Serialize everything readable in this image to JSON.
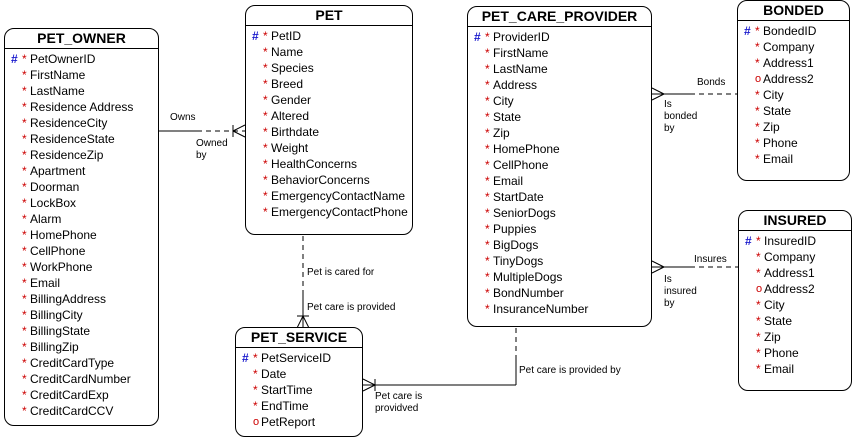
{
  "entities": {
    "pet_owner": {
      "name": "PET_OWNER",
      "attributes": [
        {
          "name": "PetOwnerID",
          "key": "#",
          "mark": "*"
        },
        {
          "name": "FirstName",
          "key": "",
          "mark": "*"
        },
        {
          "name": "LastName",
          "key": "",
          "mark": "*"
        },
        {
          "name": "Residence Address",
          "key": "",
          "mark": "*"
        },
        {
          "name": "ResidenceCity",
          "key": "",
          "mark": "*"
        },
        {
          "name": "ResidenceState",
          "key": "",
          "mark": "*"
        },
        {
          "name": "ResidenceZip",
          "key": "",
          "mark": "*"
        },
        {
          "name": "Apartment",
          "key": "",
          "mark": "*"
        },
        {
          "name": "Doorman",
          "key": "",
          "mark": "*"
        },
        {
          "name": "LockBox",
          "key": "",
          "mark": "*"
        },
        {
          "name": "Alarm",
          "key": "",
          "mark": "*"
        },
        {
          "name": "HomePhone",
          "key": "",
          "mark": "*"
        },
        {
          "name": "CellPhone",
          "key": "",
          "mark": "*"
        },
        {
          "name": "WorkPhone",
          "key": "",
          "mark": "*"
        },
        {
          "name": "Email",
          "key": "",
          "mark": "*"
        },
        {
          "name": "BillingAddress",
          "key": "",
          "mark": "*"
        },
        {
          "name": "BillingCity",
          "key": "",
          "mark": "*"
        },
        {
          "name": "BillingState",
          "key": "",
          "mark": "*"
        },
        {
          "name": "BillingZip",
          "key": "",
          "mark": "*"
        },
        {
          "name": "CreditCardType",
          "key": "",
          "mark": "*"
        },
        {
          "name": "CreditCardNumber",
          "key": "",
          "mark": "*"
        },
        {
          "name": "CreditCardExp",
          "key": "",
          "mark": "*"
        },
        {
          "name": "CreditCardCCV",
          "key": "",
          "mark": "*"
        }
      ]
    },
    "pet": {
      "name": "PET",
      "attributes": [
        {
          "name": "PetID",
          "key": "#",
          "mark": "*"
        },
        {
          "name": "Name",
          "key": "",
          "mark": "*"
        },
        {
          "name": "Species",
          "key": "",
          "mark": "*"
        },
        {
          "name": "Breed",
          "key": "",
          "mark": "*"
        },
        {
          "name": "Gender",
          "key": "",
          "mark": "*"
        },
        {
          "name": "Altered",
          "key": "",
          "mark": "*"
        },
        {
          "name": "Birthdate",
          "key": "",
          "mark": "*"
        },
        {
          "name": "Weight",
          "key": "",
          "mark": "*"
        },
        {
          "name": "HealthConcerns",
          "key": "",
          "mark": "*"
        },
        {
          "name": "BehaviorConcerns",
          "key": "",
          "mark": "*"
        },
        {
          "name": "EmergencyContactName",
          "key": "",
          "mark": "*"
        },
        {
          "name": "EmergencyContactPhone",
          "key": "",
          "mark": "*"
        }
      ]
    },
    "pet_care_provider": {
      "name": "PET_CARE_PROVIDER",
      "attributes": [
        {
          "name": "ProviderID",
          "key": "#",
          "mark": "*"
        },
        {
          "name": "FirstName",
          "key": "",
          "mark": "*"
        },
        {
          "name": "LastName",
          "key": "",
          "mark": "*"
        },
        {
          "name": "Address",
          "key": "",
          "mark": "*"
        },
        {
          "name": "City",
          "key": "",
          "mark": "*"
        },
        {
          "name": "State",
          "key": "",
          "mark": "*"
        },
        {
          "name": "Zip",
          "key": "",
          "mark": "*"
        },
        {
          "name": "HomePhone",
          "key": "",
          "mark": "*"
        },
        {
          "name": "CellPhone",
          "key": "",
          "mark": "*"
        },
        {
          "name": "Email",
          "key": "",
          "mark": "*"
        },
        {
          "name": "StartDate",
          "key": "",
          "mark": "*"
        },
        {
          "name": "SeniorDogs",
          "key": "",
          "mark": "*"
        },
        {
          "name": "Puppies",
          "key": "",
          "mark": "*"
        },
        {
          "name": "BigDogs",
          "key": "",
          "mark": "*"
        },
        {
          "name": "TinyDogs",
          "key": "",
          "mark": "*"
        },
        {
          "name": "MultipleDogs",
          "key": "",
          "mark": "*"
        },
        {
          "name": "BondNumber",
          "key": "",
          "mark": "*"
        },
        {
          "name": "InsuranceNumber",
          "key": "",
          "mark": "*"
        }
      ]
    },
    "bonded": {
      "name": "BONDED",
      "attributes": [
        {
          "name": "BondedID",
          "key": "#",
          "mark": "*"
        },
        {
          "name": "Company",
          "key": "",
          "mark": "*"
        },
        {
          "name": "Address1",
          "key": "",
          "mark": "*"
        },
        {
          "name": "Address2",
          "key": "",
          "mark": "o"
        },
        {
          "name": "City",
          "key": "",
          "mark": "*"
        },
        {
          "name": "State",
          "key": "",
          "mark": "*"
        },
        {
          "name": "Zip",
          "key": "",
          "mark": "*"
        },
        {
          "name": "Phone",
          "key": "",
          "mark": "*"
        },
        {
          "name": "Email",
          "key": "",
          "mark": "*"
        }
      ]
    },
    "insured": {
      "name": "INSURED",
      "attributes": [
        {
          "name": "InsuredID",
          "key": "#",
          "mark": "*"
        },
        {
          "name": "Company",
          "key": "",
          "mark": "*"
        },
        {
          "name": "Address1",
          "key": "",
          "mark": "*"
        },
        {
          "name": "Address2",
          "key": "",
          "mark": "o"
        },
        {
          "name": "City",
          "key": "",
          "mark": "*"
        },
        {
          "name": "State",
          "key": "",
          "mark": "*"
        },
        {
          "name": "Zip",
          "key": "",
          "mark": "*"
        },
        {
          "name": "Phone",
          "key": "",
          "mark": "*"
        },
        {
          "name": "Email",
          "key": "",
          "mark": "*"
        }
      ]
    },
    "pet_service": {
      "name": "PET_SERVICE",
      "attributes": [
        {
          "name": "PetServiceID",
          "key": "#",
          "mark": "*"
        },
        {
          "name": "Date",
          "key": "",
          "mark": "*"
        },
        {
          "name": "StartTime",
          "key": "",
          "mark": "*"
        },
        {
          "name": "EndTime",
          "key": "",
          "mark": "*"
        },
        {
          "name": "PetReport",
          "key": "",
          "mark": "o"
        }
      ]
    }
  },
  "relationships": {
    "owner_pet": {
      "label_a": "Owns",
      "label_b": "Owned by"
    },
    "pet_service": {
      "label_a": "Pet is cared for",
      "label_b": "Pet care is provided"
    },
    "provider_service": {
      "label_a": "Pet care is provided by",
      "label_b": "Pet care is providved"
    },
    "provider_bonded": {
      "label_a": "Bonds",
      "label_b": "Is bonded by"
    },
    "provider_insured": {
      "label_a": "Insures",
      "label_b": "Is insured by"
    }
  }
}
